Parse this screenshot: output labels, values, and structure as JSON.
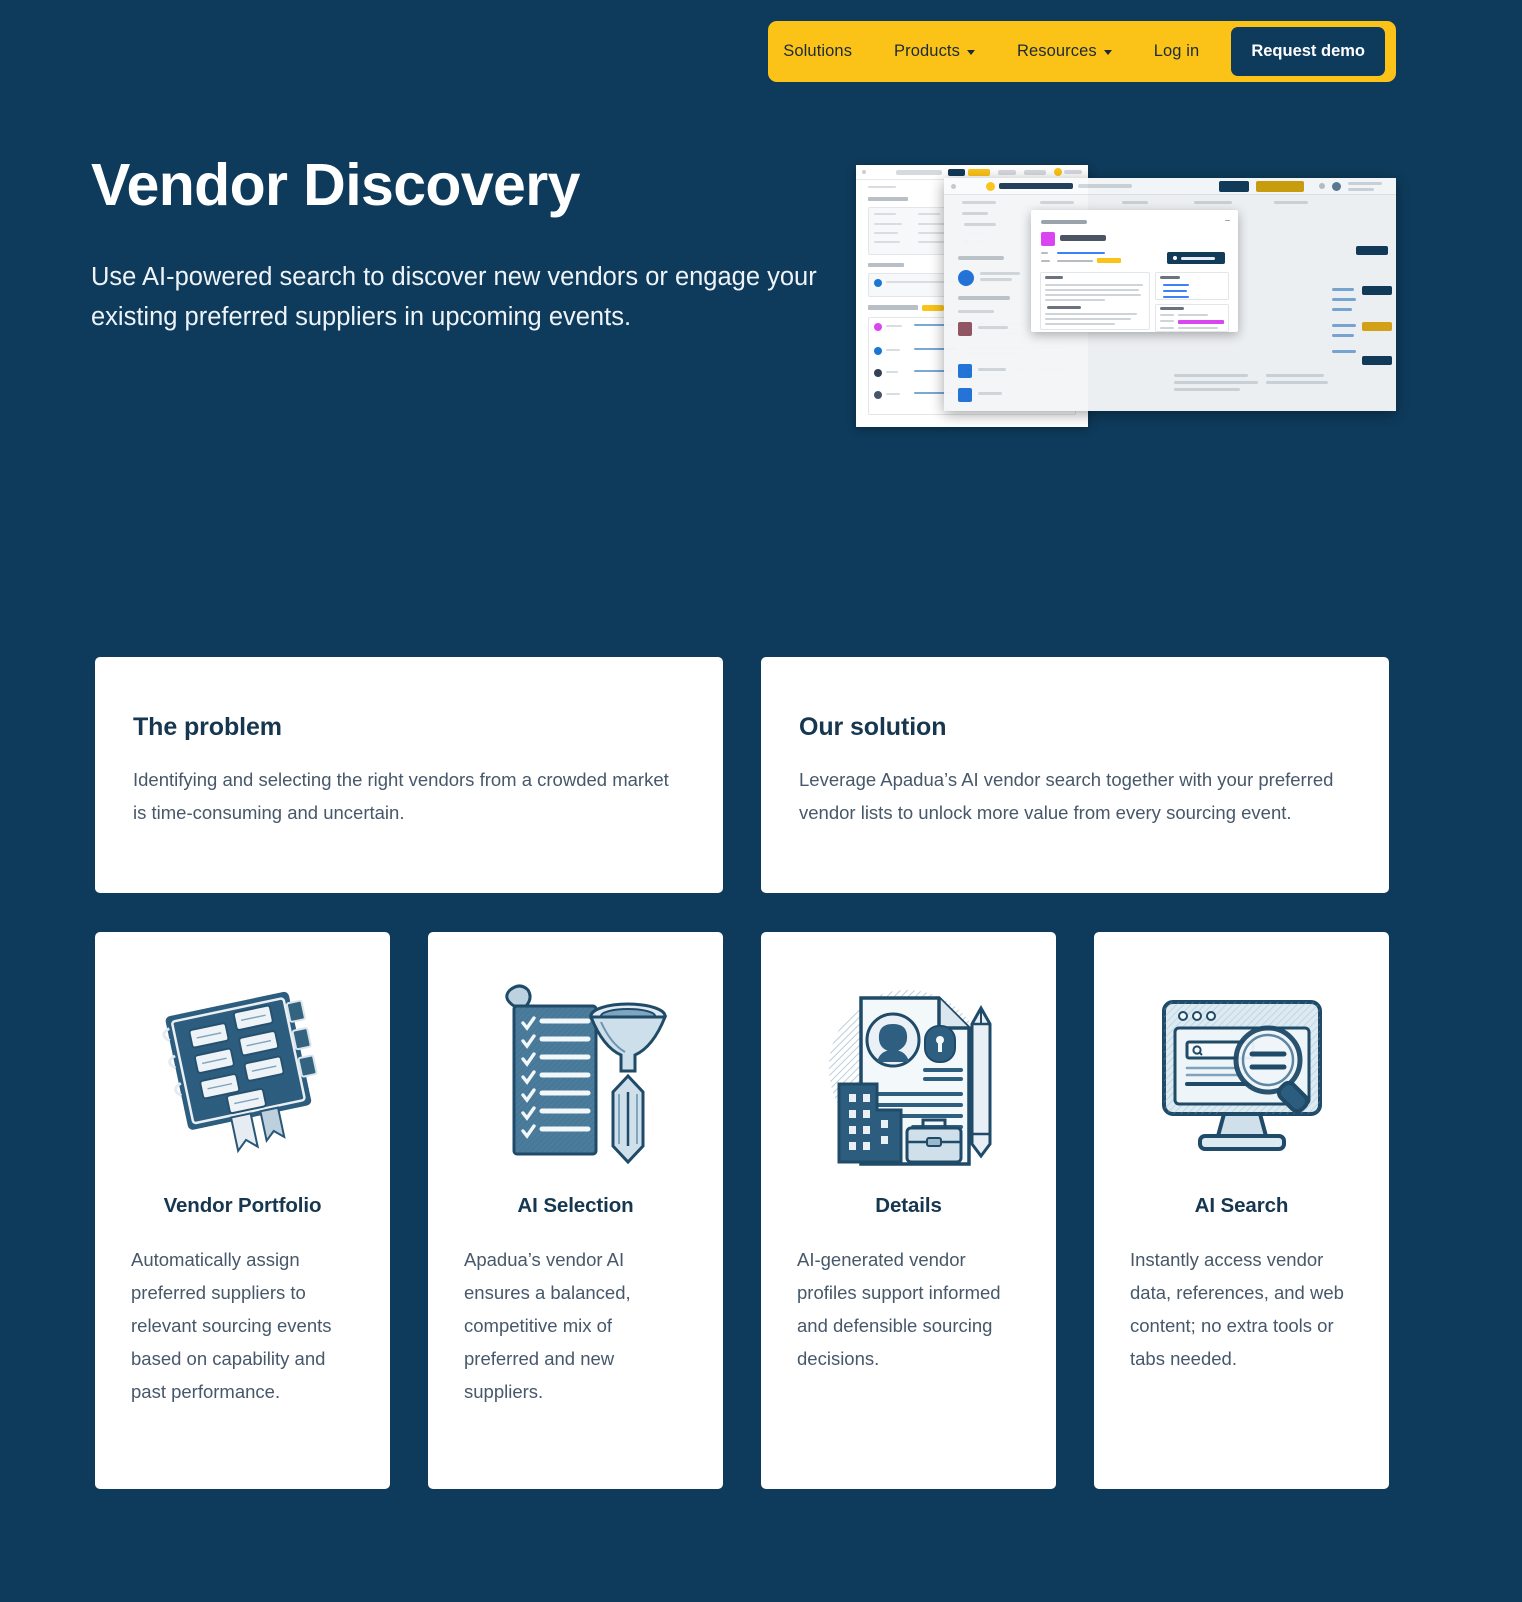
{
  "brand": {
    "bg_navy": "#0e3b5c",
    "accent_yellow": "#fbc318",
    "card_white": "#ffffff",
    "heading_navy": "#16374f",
    "body_slate": "#46586a"
  },
  "nav": {
    "items": [
      {
        "label": "Solutions",
        "has_caret": false,
        "icon": ""
      },
      {
        "label": "Products",
        "has_caret": true,
        "icon": "chevron-down-icon"
      },
      {
        "label": "Resources",
        "has_caret": true,
        "icon": "chevron-down-icon"
      },
      {
        "label": "Log in",
        "has_caret": false,
        "icon": ""
      }
    ],
    "cta": "Request demo"
  },
  "hero": {
    "title": "Vendor Discovery",
    "subtitle": "Use AI-powered search to discover new vendors or engage your existing preferred suppliers in upcoming events.",
    "screenshot_alt": "vendor-discovery-product-screenshot"
  },
  "top_cards": [
    {
      "title": "The problem",
      "body": "Identifying and selecting the right vendors from a crowded market is time-consuming and uncertain."
    },
    {
      "title": "Our solution",
      "body": "Leverage Apadua’s AI vendor search together with your preferred vendor lists to unlock more value from every sourcing event."
    }
  ],
  "feature_cards": [
    {
      "icon": "notebook-tabs-icon",
      "title": "Vendor Portfolio",
      "body": "Automatically assign preferred suppliers to relevant sourcing events based on capability and past performance."
    },
    {
      "icon": "checklist-funnel-pencil-icon",
      "title": "AI Selection",
      "body": "Apadua’s vendor AI ensures a balanced, competitive mix of preferred and new suppliers."
    },
    {
      "icon": "profile-document-icon",
      "title": "Details",
      "body": "AI-generated vendor profiles support informed and defensible sourcing decisions."
    },
    {
      "icon": "monitor-search-icon",
      "title": "AI Search",
      "body": "Instantly access vendor data, references, and web content; no extra tools or tabs needed."
    }
  ]
}
